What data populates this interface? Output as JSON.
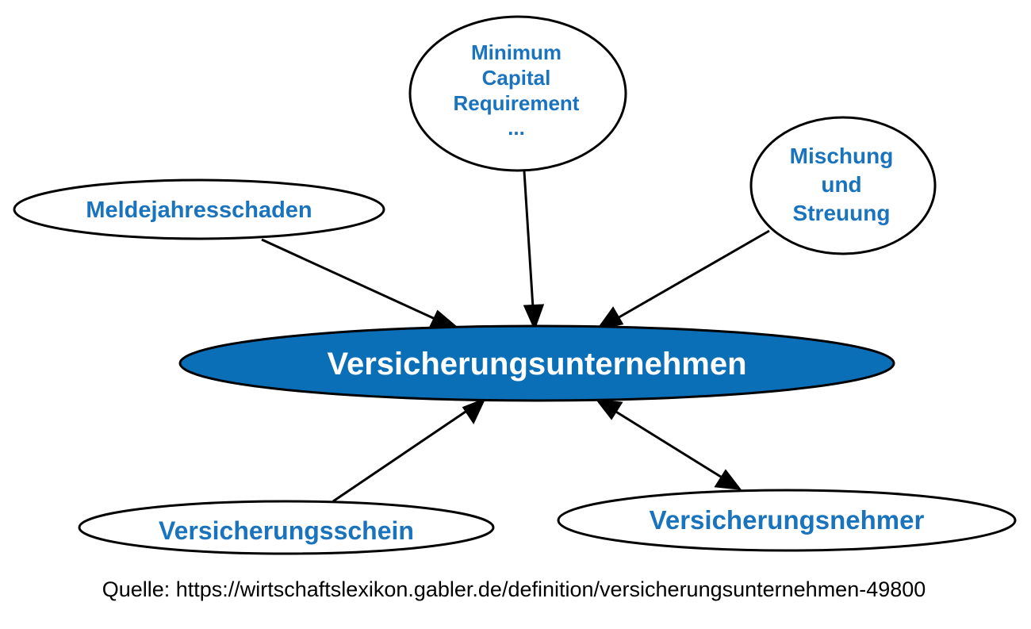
{
  "center": {
    "label": "Versicherungsunternehmen",
    "fill_color": "#0b6fb8"
  },
  "nodes": {
    "minimum_capital": {
      "lines": [
        "Minimum",
        "Capital",
        "Requirement",
        "..."
      ]
    },
    "mischung": {
      "lines": [
        "Mischung",
        "und",
        "Streuung"
      ]
    },
    "meldejahresschaden": {
      "label": "Meldejahresschaden"
    },
    "versicherungsschein": {
      "label": "Versicherungsschein"
    },
    "versicherungsnehmer": {
      "label": "Versicherungsnehmer"
    }
  },
  "edges": [
    {
      "from": "Meldejahresschaden",
      "to": "Versicherungsunternehmen",
      "direction": "forward"
    },
    {
      "from": "Minimum Capital Requirement ...",
      "to": "Versicherungsunternehmen",
      "direction": "forward"
    },
    {
      "from": "Mischung und Streuung",
      "to": "Versicherungsunternehmen",
      "direction": "forward"
    },
    {
      "from": "Versicherungsschein",
      "to": "Versicherungsunternehmen",
      "direction": "forward"
    },
    {
      "from": "Versicherungsunternehmen",
      "to": "Versicherungsnehmer",
      "direction": "both"
    }
  ],
  "colors": {
    "node_text": "#1a73bd",
    "center_text": "#ffffff",
    "edge": "#000000"
  },
  "source": "Quelle: https://wirtschaftslexikon.gabler.de/definition/versicherungsunternehmen-49800"
}
